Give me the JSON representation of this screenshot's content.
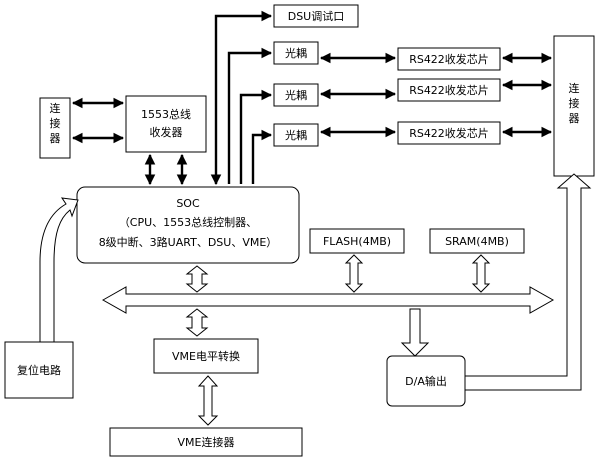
{
  "blocks": {
    "connector_left": "连\n接\n器",
    "bus_transceiver": [
      "1553总线",
      "收发器"
    ],
    "dsu_port": "DSU调试口",
    "optocoupler": "光耦",
    "rs422_chip": "RS422收发芯片",
    "connector_right": "连\n接\n器",
    "soc": [
      "SOC",
      "（CPU、1553总线控制器、",
      "8级中断、3路UART、DSU、VME）"
    ],
    "flash": "FLASH(4MB)",
    "sram": "SRAM(4MB)",
    "reset_circuit": "复位电路",
    "vme_level_shift": "VME电平转换",
    "da_output": "D/A输出",
    "vme_connector": "VME连接器"
  }
}
